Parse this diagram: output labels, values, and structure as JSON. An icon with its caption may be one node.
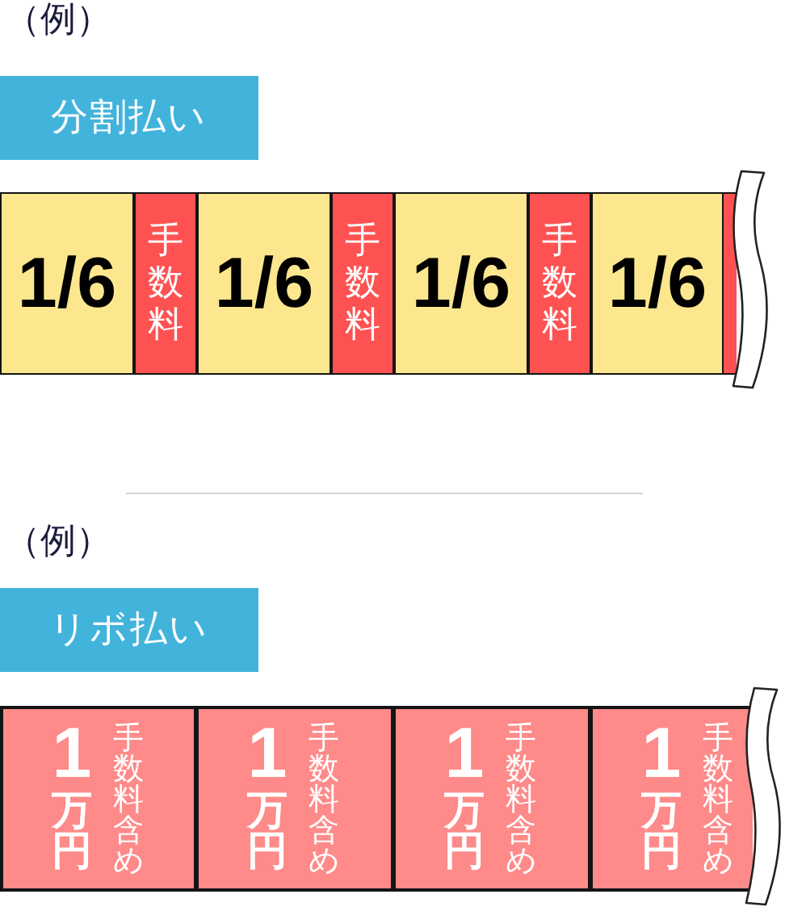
{
  "diagram": {
    "nodes": [
      {
        "text": [
          "分割払い"
        ]
      },
      {
        "text": [
          "1/6"
        ]
      },
      {
        "text": [
          "手数料"
        ]
      },
      {
        "text": [
          "1/6"
        ]
      },
      {
        "text": [
          "手数料"
        ]
      },
      {
        "text": [
          "1/6"
        ]
      },
      {
        "text": [
          "手数料"
        ]
      },
      {
        "text": [
          "1/6"
        ]
      },
      {
        "text": [],
        "shape": "box"
      },
      {
        "text": [],
        "shape": "wave"
      },
      {
        "text": [
          "リボ払い"
        ]
      },
      {
        "text": [
          "1万円",
          "手数料含め"
        ]
      },
      {
        "text": [
          "1万円",
          "手数料含め"
        ]
      },
      {
        "text": [
          "1万円",
          "手数料含め"
        ]
      },
      {
        "text": [
          "1万円",
          "手数料含め"
        ]
      },
      {
        "text": [],
        "shape": "wave"
      }
    ],
    "labels": [
      "（例）",
      "（例）"
    ]
  }
}
